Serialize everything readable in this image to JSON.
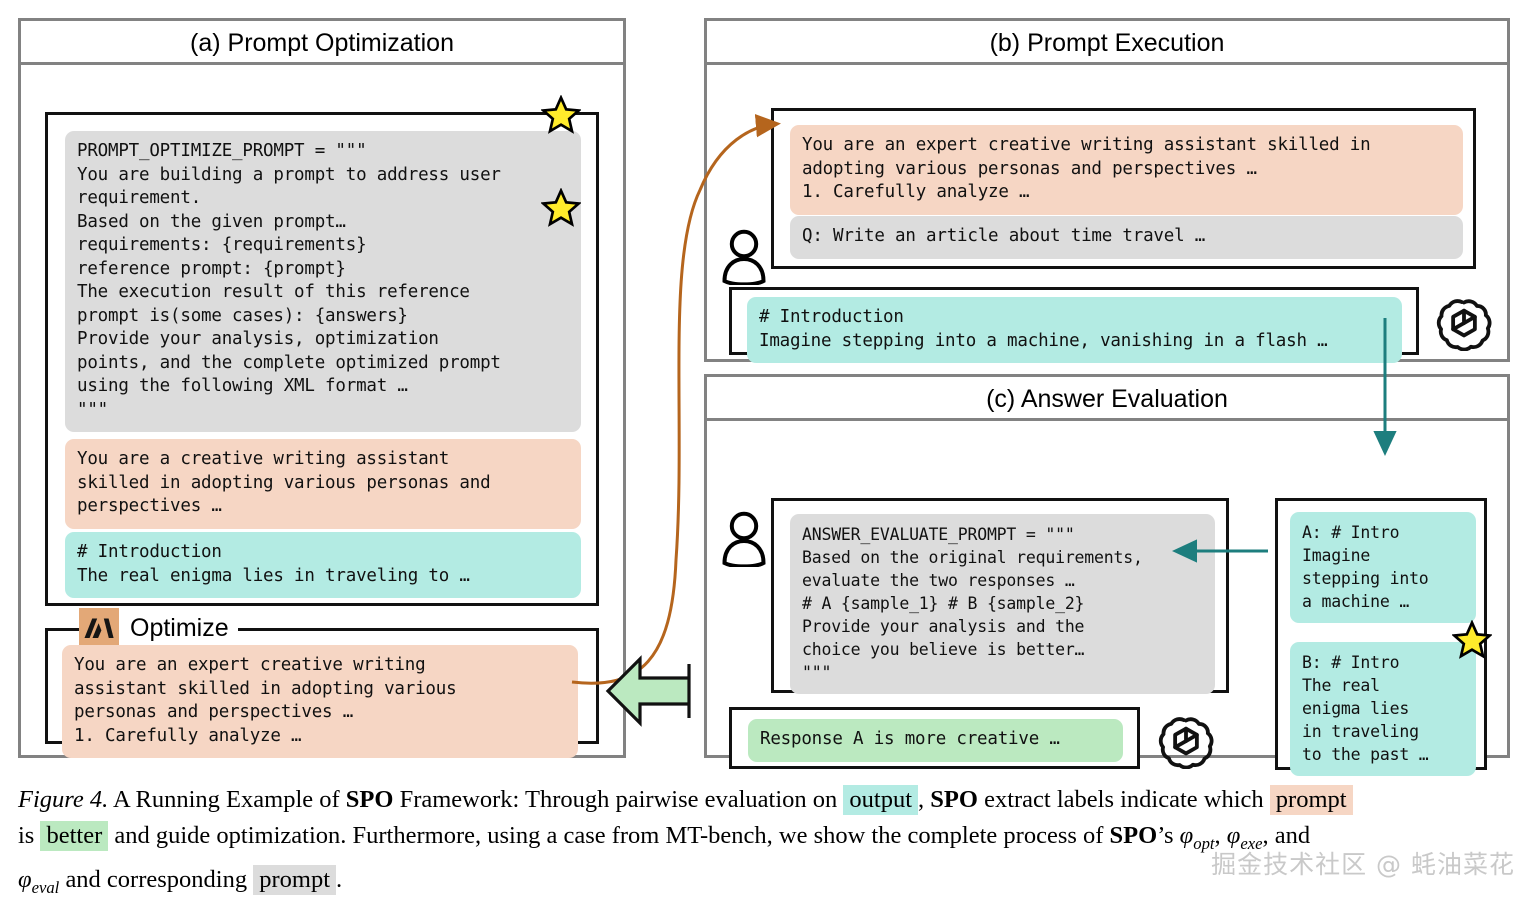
{
  "figure": {
    "label": "Figure 4.",
    "watermark": "掘金技术社区 @ 蚝油菜花"
  },
  "colors": {
    "peach": "#f6d6c4",
    "aqua": "#b3ebe3",
    "green": "#bbe9c0",
    "gray": "#dcdcdc",
    "panel_border": "#828282",
    "inner_border": "#111111",
    "brown_arrow": "#b5651d",
    "teal_arrow": "#1d7e7e",
    "star": "#ffeb2b",
    "anthropic_badge": "#e3a877",
    "watermark": "#c9c9c9"
  },
  "panel_a": {
    "title": "(a) Prompt Optimization",
    "optimize_prompt": "PROMPT_OPTIMIZE_PROMPT = \"\"\"\nYou are building a prompt to address user\nrequirement.\nBased on the given prompt…\nrequirements: {requirements}\nreference prompt: {prompt}\nThe execution result of this reference\nprompt is(some cases): {answers}\nProvide your analysis, optimization\npoints, and the complete optimized prompt\nusing the following XML format …\n\"\"\"",
    "reference_prompt": "You are a creative writing assistant\nskilled in adopting various personas and\nperspectives …",
    "reference_answer": "# Introduction\nThe real enigma lies in traveling to …",
    "optimize_legend": "Optimize",
    "optimize_icon": "anthropic-logo-icon",
    "optimized_prompt": "You are an expert creative writing\nassistant skilled in adopting various\npersonas and perspectives …\n1. Carefully analyze …"
  },
  "panel_b": {
    "title": "(b) Prompt Execution",
    "system_prompt": "You are an expert creative writing assistant skilled in\nadopting various personas and perspectives …\n1. Carefully analyze …",
    "question": "Q: Write an article about time travel …",
    "answer": "# Introduction\nImagine stepping into a machine, vanishing in a flash …",
    "user_icon": "user-icon",
    "model_icon": "openai-logo-icon"
  },
  "panel_c": {
    "title": "(c) Answer Evaluation",
    "evaluate_prompt": "ANSWER_EVALUATE_PROMPT = \"\"\"\nBased on the original requirements,\nevaluate the two responses …\n# A {sample_1} # B {sample_2}\nProvide your analysis and the\nchoice you believe is better…\n\"\"\"",
    "verdict": "Response A is more creative …",
    "sample_a": "A: # Intro\nImagine\nstepping into\na machine …",
    "sample_b": "B: # Intro\nThe real\nenigma lies\nin traveling\nto the past …",
    "user_icon": "user-icon",
    "model_icon": "openai-logo-icon"
  },
  "caption": {
    "fig": "Figure 4.",
    "t1": " A Running Example of ",
    "spo1": "SPO",
    "t2": " Framework: Through pairwise evaluation on ",
    "hl_output": "output",
    "t3": ", ",
    "spo2": "SPO",
    "t4": " extract labels indicate which ",
    "hl_prompt1": "prompt",
    "t5": "is ",
    "hl_better": "better",
    "t6": " and guide optimization. Furthermore, using a case from MT-bench, we show the complete process of ",
    "spo3": "SPO",
    "t7": "’s ",
    "phi_opt": "φ",
    "phi_opt_sub": "opt",
    "t8": ", ",
    "phi_exe": "φ",
    "phi_exe_sub": "exe",
    "t9": ", and",
    "phi_eval": "φ",
    "phi_eval_sub": "eval",
    "t10": " and corresponding ",
    "hl_prompt2": "prompt",
    "t11": "."
  }
}
